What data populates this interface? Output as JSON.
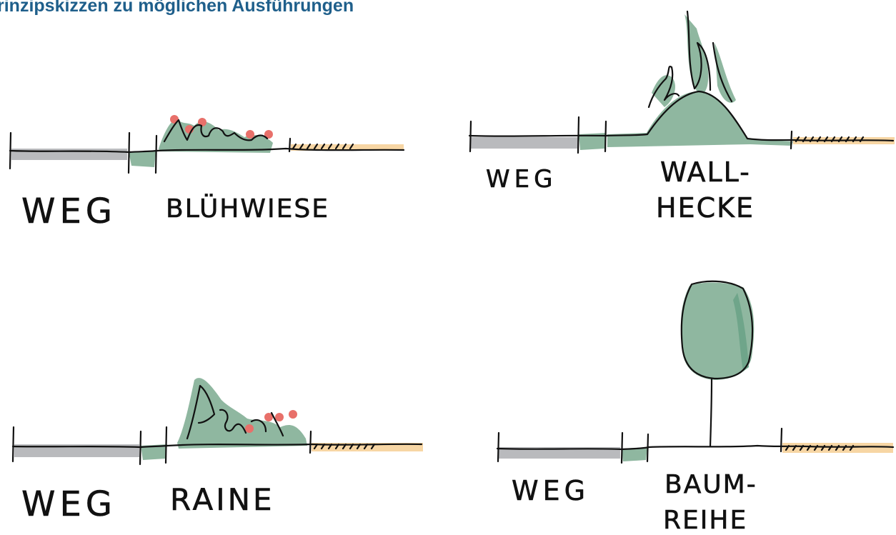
{
  "title": "rinzipskizzen zu möglichen Ausführungen",
  "colors": {
    "title": "#1f5f8b",
    "path_gray": "#b9babd",
    "green": "#8fb7a0",
    "green_dark": "#6fa58a",
    "flower_red": "#e8706a",
    "field_orange": "#f7d6a4",
    "ink": "#111111"
  },
  "panels": {
    "bluehwiese": {
      "path_label": "WEG",
      "strip_label": "BLÜHWIESE"
    },
    "wallhecke": {
      "path_label": "WEG",
      "strip_label_1": "WALL-",
      "strip_label_2": "HECKE"
    },
    "raine": {
      "path_label": "WEG",
      "strip_label": "RAINE"
    },
    "baumreihe": {
      "path_label": "WEG",
      "strip_label_1": "BAUM-",
      "strip_label_2": "REIHE"
    }
  }
}
